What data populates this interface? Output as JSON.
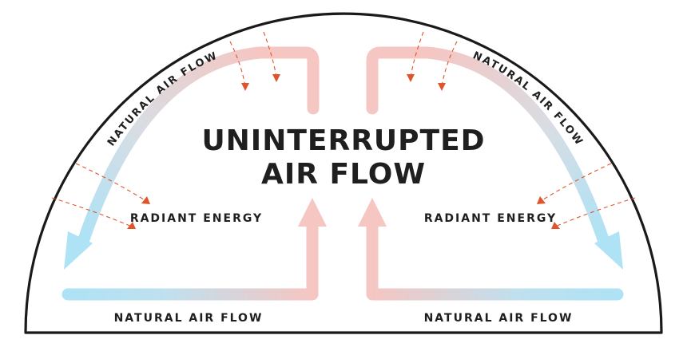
{
  "title": {
    "line1": "UNINTERRUPTED",
    "line2": "AIR FLOW"
  },
  "labels": {
    "arc_left": "NATURAL AIR FLOW",
    "arc_right": "NATURAL AIR FLOW",
    "radiant_left": "RADIANT ENERGY",
    "radiant_right": "RADIANT ENERGY",
    "bottom_left": "NATURAL AIR FLOW",
    "bottom_right": "NATURAL AIR FLOW"
  },
  "colors": {
    "cool_air": "#aee2f5",
    "warm_air": "#f5c6c2",
    "radiant_ray": "#e0542c",
    "outline": "#1a1a1a"
  }
}
